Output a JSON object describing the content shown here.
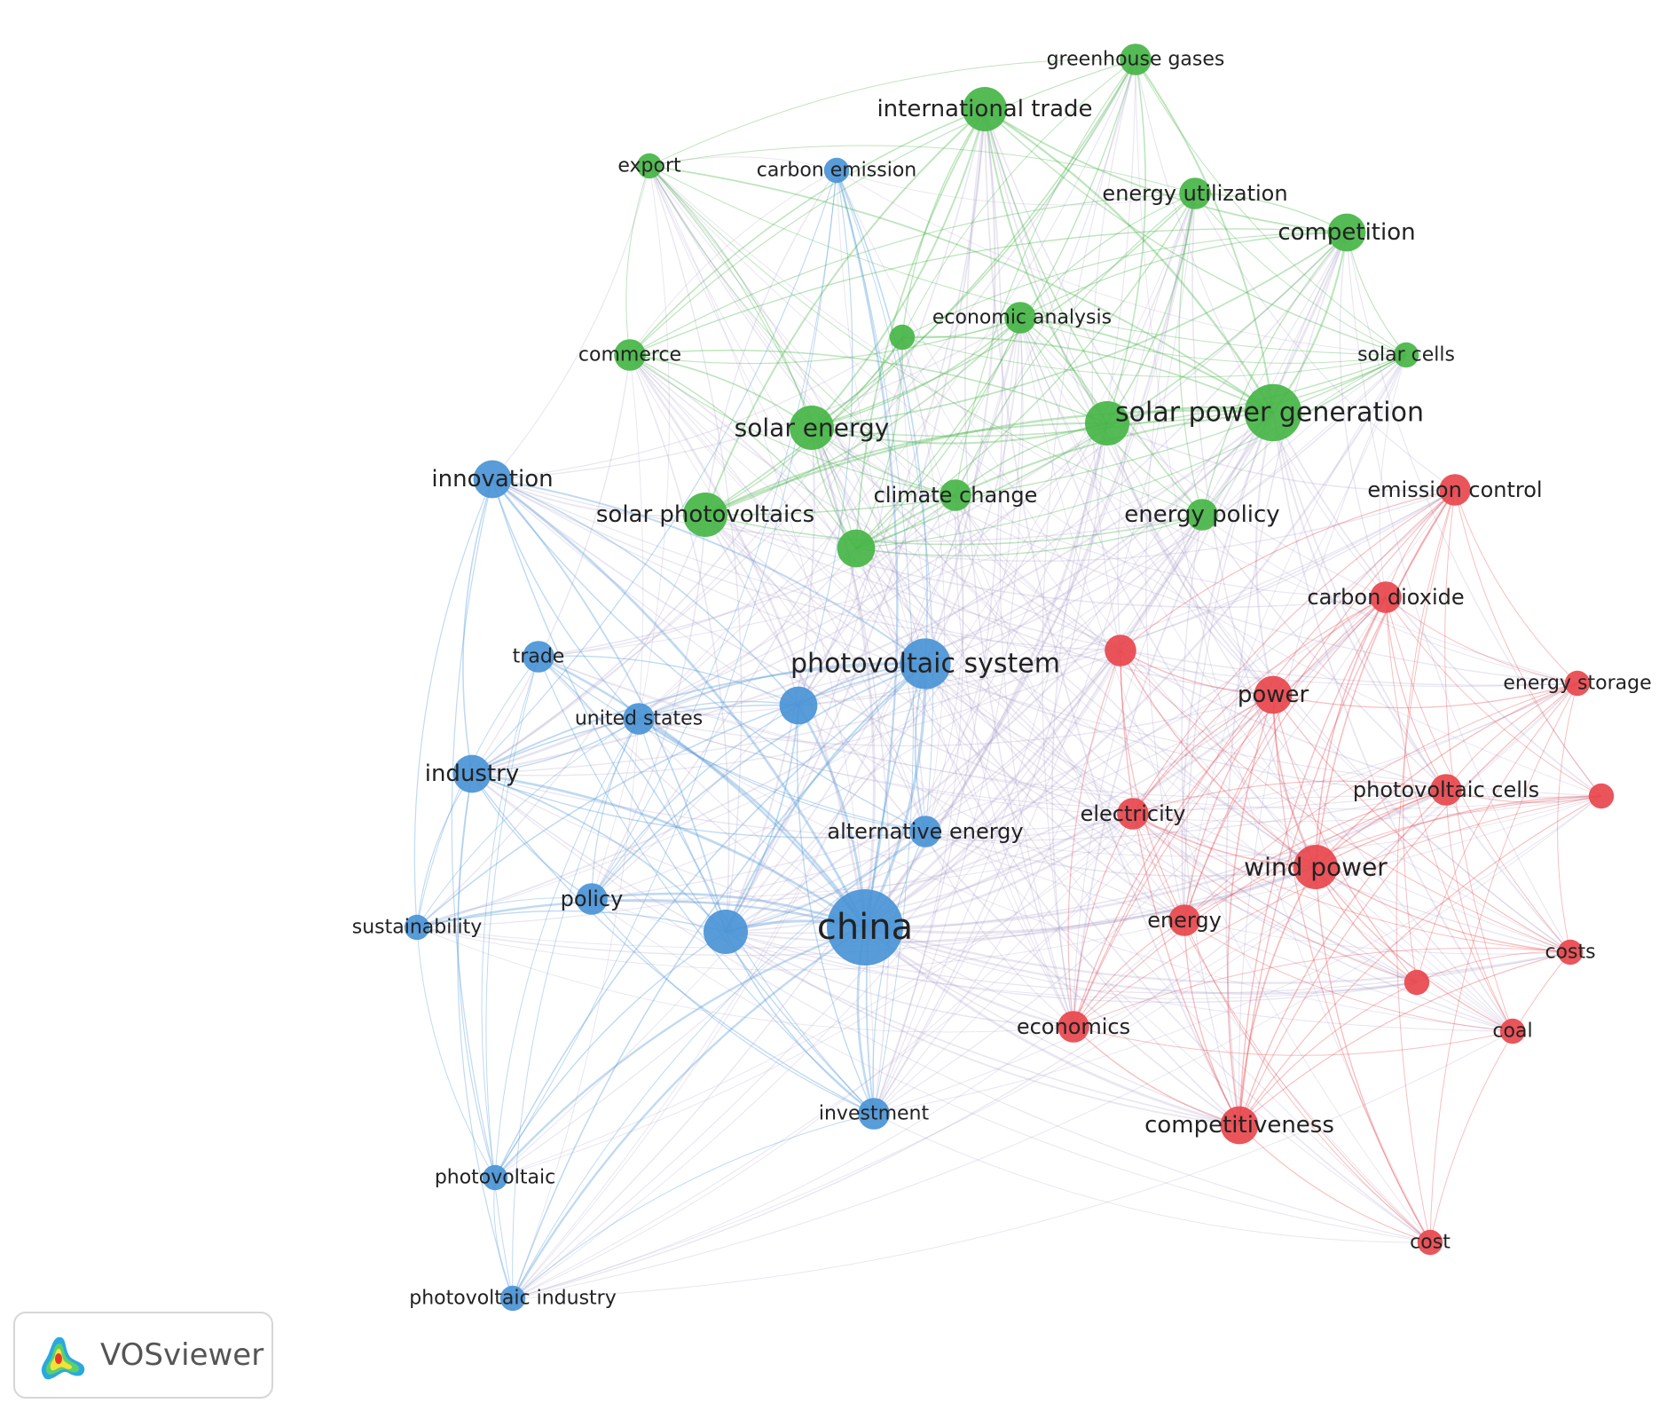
{
  "app": {
    "logo_text": "VOSviewer"
  },
  "colors": {
    "cluster_red": "#e8474d",
    "cluster_green": "#46b546",
    "cluster_blue": "#4a94d6"
  },
  "nodes": [
    {
      "id": "china",
      "label": "china",
      "cluster": "blue",
      "weight": 10
    },
    {
      "id": "photovoltaic-system",
      "label": "photovoltaic system",
      "cluster": "blue",
      "weight": 6
    },
    {
      "id": "blue-unlabeled-1",
      "label": "",
      "cluster": "blue",
      "weight": 5
    },
    {
      "id": "blue-unlabeled-2",
      "label": "",
      "cluster": "blue",
      "weight": 4
    },
    {
      "id": "innovation",
      "label": "innovation",
      "cluster": "blue",
      "weight": 4
    },
    {
      "id": "industry",
      "label": "industry",
      "cluster": "blue",
      "weight": 4
    },
    {
      "id": "trade",
      "label": "trade",
      "cluster": "blue",
      "weight": 3
    },
    {
      "id": "united-states",
      "label": "united states",
      "cluster": "blue",
      "weight": 3
    },
    {
      "id": "alternative-energy",
      "label": "alternative energy",
      "cluster": "blue",
      "weight": 3
    },
    {
      "id": "policy",
      "label": "policy",
      "cluster": "blue",
      "weight": 3
    },
    {
      "id": "sustainability",
      "label": "sustainability",
      "cluster": "blue",
      "weight": 2
    },
    {
      "id": "investment",
      "label": "investment",
      "cluster": "blue",
      "weight": 3
    },
    {
      "id": "photovoltaic",
      "label": "photovoltaic",
      "cluster": "blue",
      "weight": 2
    },
    {
      "id": "photovoltaic-industry",
      "label": "photovoltaic industry",
      "cluster": "blue",
      "weight": 2
    },
    {
      "id": "carbon-emission",
      "label": "carbon emission",
      "cluster": "blue",
      "weight": 2
    },
    {
      "id": "solar-power-generation",
      "label": "solar power generation",
      "cluster": "green",
      "weight": 7
    },
    {
      "id": "solar-energy",
      "label": "solar energy",
      "cluster": "green",
      "weight": 5
    },
    {
      "id": "international-trade",
      "label": "international trade",
      "cluster": "green",
      "weight": 5
    },
    {
      "id": "green-unlabeled-1",
      "label": "",
      "cluster": "green",
      "weight": 5
    },
    {
      "id": "solar-photovoltaics",
      "label": "solar photovoltaics",
      "cluster": "green",
      "weight": 5
    },
    {
      "id": "green-unlabeled-2",
      "label": "",
      "cluster": "green",
      "weight": 4
    },
    {
      "id": "competition",
      "label": "competition",
      "cluster": "green",
      "weight": 4
    },
    {
      "id": "energy-utilization",
      "label": "energy utilization",
      "cluster": "green",
      "weight": 3
    },
    {
      "id": "greenhouse-gases",
      "label": "greenhouse gases",
      "cluster": "green",
      "weight": 3
    },
    {
      "id": "export",
      "label": "export",
      "cluster": "green",
      "weight": 2
    },
    {
      "id": "commerce",
      "label": "commerce",
      "cluster": "green",
      "weight": 3
    },
    {
      "id": "economic-analysis",
      "label": "economic analysis",
      "cluster": "green",
      "weight": 2
    },
    {
      "id": "green-unlabeled-3",
      "label": "",
      "cluster": "green",
      "weight": 3
    },
    {
      "id": "solar-cells",
      "label": "solar cells",
      "cluster": "green",
      "weight": 2
    },
    {
      "id": "climate-change",
      "label": "climate change",
      "cluster": "green",
      "weight": 3
    },
    {
      "id": "energy-policy",
      "label": "energy policy",
      "cluster": "green",
      "weight": 3
    },
    {
      "id": "emission-control",
      "label": "emission control",
      "cluster": "red",
      "weight": 3
    },
    {
      "id": "carbon-dioxide",
      "label": "carbon dioxide",
      "cluster": "red",
      "weight": 3
    },
    {
      "id": "red-unlabeled-1",
      "label": "",
      "cluster": "red",
      "weight": 3
    },
    {
      "id": "power",
      "label": "power",
      "cluster": "red",
      "weight": 4
    },
    {
      "id": "energy-storage",
      "label": "energy storage",
      "cluster": "red",
      "weight": 2
    },
    {
      "id": "photovoltaic-cells",
      "label": "photovoltaic cells",
      "cluster": "red",
      "weight": 3
    },
    {
      "id": "red-unlabeled-2",
      "label": "",
      "cluster": "red",
      "weight": 2
    },
    {
      "id": "electricity",
      "label": "electricity",
      "cluster": "red",
      "weight": 3
    },
    {
      "id": "wind-power",
      "label": "wind power",
      "cluster": "red",
      "weight": 5
    },
    {
      "id": "energy",
      "label": "energy",
      "cluster": "red",
      "weight": 3
    },
    {
      "id": "costs",
      "label": "costs",
      "cluster": "red",
      "weight": 2
    },
    {
      "id": "red-unlabeled-3",
      "label": "",
      "cluster": "red",
      "weight": 2
    },
    {
      "id": "economics",
      "label": "economics",
      "cluster": "red",
      "weight": 3
    },
    {
      "id": "coal",
      "label": "coal",
      "cluster": "red",
      "weight": 2
    },
    {
      "id": "competitiveness",
      "label": "competitiveness",
      "cluster": "red",
      "weight": 4
    },
    {
      "id": "cost",
      "label": "cost",
      "cluster": "red",
      "weight": 2
    }
  ]
}
